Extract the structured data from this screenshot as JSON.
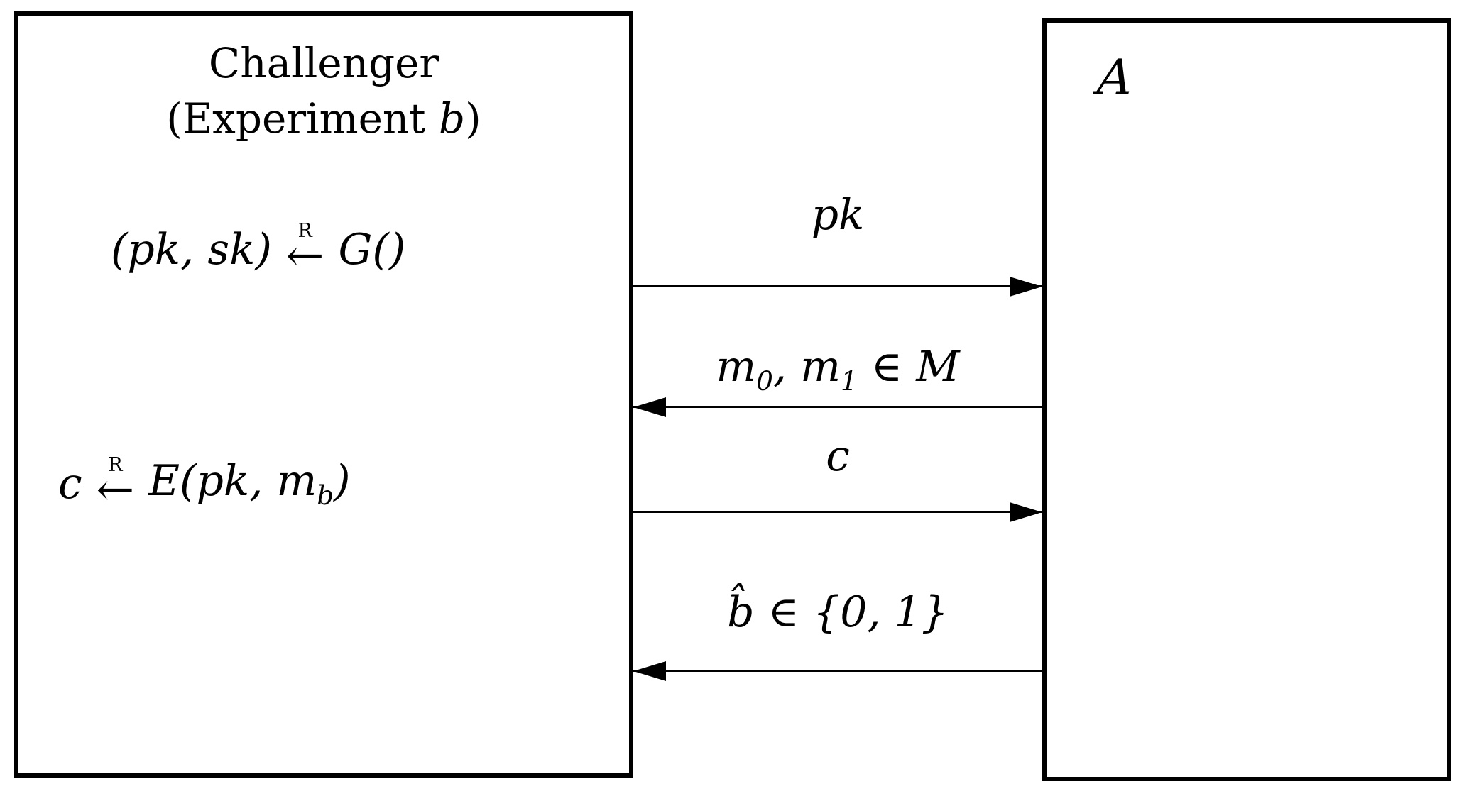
{
  "diagram": {
    "challenger_box": {
      "title": "Challenger",
      "subtitle": {
        "pre": "(Experiment ",
        "var": "b",
        "post": ")"
      },
      "keygen_step": {
        "lhs": "(pk, sk)",
        "sup": "R",
        "arrow": "←",
        "rhs": "G()"
      },
      "encrypt_step": {
        "lhs": "c",
        "sup": "R",
        "arrow": "←",
        "rhs_pre": "E(pk, m",
        "rhs_sub": "b",
        "rhs_post": ")"
      }
    },
    "adversary_box": {
      "label": "A"
    },
    "messages": [
      {
        "direction": "right",
        "parts": {
          "main": "pk"
        }
      },
      {
        "direction": "left",
        "parts": {
          "p1": "m",
          "s1": "0",
          "p2": ", m",
          "s2": "1",
          "p3": " ∈ ",
          "set": "M"
        }
      },
      {
        "direction": "right",
        "parts": {
          "main": "c"
        }
      },
      {
        "direction": "left",
        "parts": {
          "main": "b̂ ∈ {0, 1}"
        }
      }
    ]
  }
}
